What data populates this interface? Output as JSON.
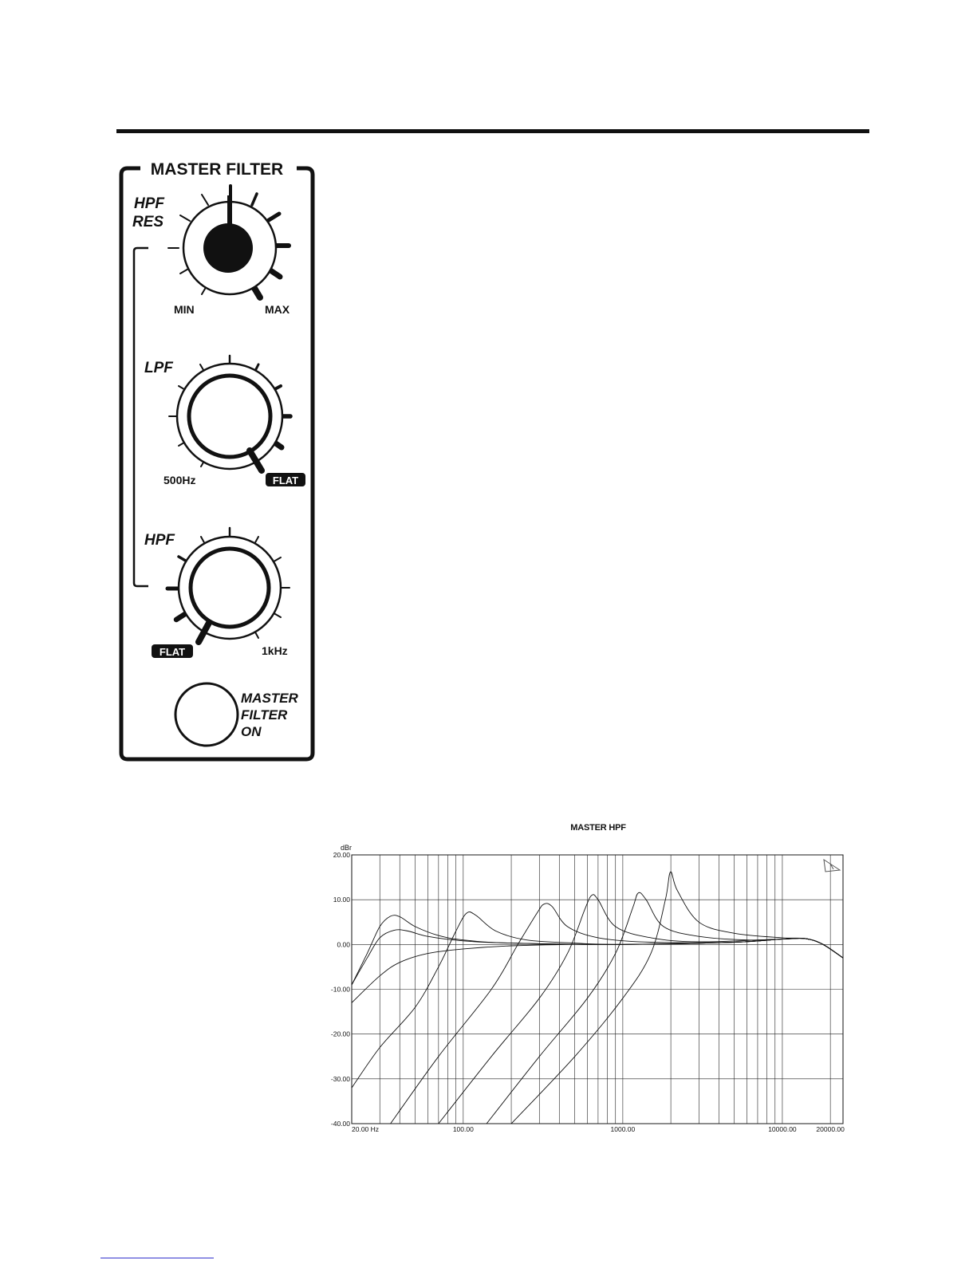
{
  "panel": {
    "title": "MASTER FILTER",
    "knob1": {
      "label_line1": "HPF",
      "label_line2": "RES",
      "min_label": "MIN",
      "max_label": "MAX"
    },
    "knob2": {
      "label": "LPF",
      "left_label": "500Hz",
      "right_label": "FLAT"
    },
    "knob3": {
      "label": "HPF",
      "left_label": "FLAT",
      "right_label": "1kHz"
    },
    "button": {
      "label_line1": "MASTER",
      "label_line2": "FILTER",
      "label_line3": "ON"
    }
  },
  "chart_data": {
    "type": "line",
    "title": "MASTER HPF",
    "ylabel": "dBr",
    "xlabel": "",
    "x_scale": "log",
    "xlim": [
      20,
      24000
    ],
    "ylim": [
      -40,
      20
    ],
    "grid": true,
    "y_ticks": [
      "20.00",
      "10.00",
      "0.00",
      "-10.00",
      "-20.00",
      "-30.00",
      "-40.00"
    ],
    "x_tick_labels": [
      {
        "value": 20,
        "label": "20.00 Hz"
      },
      {
        "value": 100,
        "label": "100.00"
      },
      {
        "value": 1000,
        "label": "1000.00"
      },
      {
        "value": 10000,
        "label": "10000.00"
      },
      {
        "value": 20000,
        "label": "20000.00"
      }
    ],
    "series": [
      {
        "points": [
          [
            20,
            -9
          ],
          [
            25,
            -2
          ],
          [
            30,
            4
          ],
          [
            35,
            6.3
          ],
          [
            40,
            6.2
          ],
          [
            50,
            4
          ],
          [
            70,
            2
          ],
          [
            100,
            1
          ],
          [
            200,
            0.3
          ],
          [
            1000,
            0
          ],
          [
            5000,
            0.5
          ],
          [
            10000,
            1.2
          ],
          [
            14000,
            1.3
          ],
          [
            18000,
            0
          ],
          [
            24000,
            -3
          ]
        ]
      },
      {
        "points": [
          [
            20,
            -9
          ],
          [
            25,
            -3
          ],
          [
            30,
            1.5
          ],
          [
            37,
            3.2
          ],
          [
            45,
            3
          ],
          [
            60,
            1.8
          ],
          [
            100,
            0.8
          ],
          [
            200,
            0.3
          ],
          [
            1000,
            0
          ],
          [
            5000,
            0.5
          ],
          [
            10000,
            1.2
          ],
          [
            14000,
            1.3
          ],
          [
            18000,
            0
          ],
          [
            24000,
            -3
          ]
        ]
      },
      {
        "points": [
          [
            20,
            -13
          ],
          [
            30,
            -7
          ],
          [
            40,
            -4
          ],
          [
            60,
            -2
          ],
          [
            100,
            -1
          ],
          [
            200,
            -0.3
          ],
          [
            500,
            0
          ],
          [
            1000,
            0
          ],
          [
            5000,
            0.5
          ],
          [
            10000,
            1.2
          ],
          [
            14000,
            1.3
          ],
          [
            18000,
            0
          ],
          [
            24000,
            -3
          ]
        ]
      },
      {
        "points": [
          [
            20,
            -32
          ],
          [
            30,
            -23
          ],
          [
            50,
            -14
          ],
          [
            70,
            -5
          ],
          [
            90,
            3
          ],
          [
            105,
            7
          ],
          [
            120,
            6.5
          ],
          [
            160,
            3
          ],
          [
            250,
            1
          ],
          [
            500,
            0.3
          ],
          [
            1000,
            0
          ],
          [
            5000,
            0.5
          ],
          [
            10000,
            1.2
          ],
          [
            14000,
            1.3
          ],
          [
            18000,
            0
          ],
          [
            24000,
            -3
          ]
        ]
      },
      {
        "points": [
          [
            35,
            -40
          ],
          [
            70,
            -25
          ],
          [
            150,
            -10
          ],
          [
            220,
            0
          ],
          [
            290,
            7
          ],
          [
            320,
            9
          ],
          [
            360,
            8.5
          ],
          [
            450,
            4
          ],
          [
            700,
            1.5
          ],
          [
            1500,
            0.5
          ],
          [
            5000,
            0.5
          ],
          [
            10000,
            1.2
          ],
          [
            14000,
            1.3
          ],
          [
            18000,
            0
          ],
          [
            24000,
            -3
          ]
        ]
      },
      {
        "points": [
          [
            70,
            -40
          ],
          [
            150,
            -25
          ],
          [
            300,
            -12
          ],
          [
            450,
            -2
          ],
          [
            580,
            8
          ],
          [
            640,
            11
          ],
          [
            700,
            10
          ],
          [
            900,
            4
          ],
          [
            1500,
            1.5
          ],
          [
            3000,
            0.6
          ],
          [
            10000,
            1.2
          ],
          [
            14000,
            1.3
          ],
          [
            18000,
            0
          ],
          [
            24000,
            -3
          ]
        ]
      },
      {
        "points": [
          [
            140,
            -40
          ],
          [
            300,
            -25
          ],
          [
            600,
            -12
          ],
          [
            900,
            -2
          ],
          [
            1150,
            8
          ],
          [
            1250,
            11.5
          ],
          [
            1400,
            10
          ],
          [
            1800,
            4
          ],
          [
            3000,
            1.8
          ],
          [
            6000,
            1
          ],
          [
            10000,
            1.2
          ],
          [
            14000,
            1.3
          ],
          [
            18000,
            0
          ],
          [
            24000,
            -3
          ]
        ]
      },
      {
        "points": [
          [
            200,
            -40
          ],
          [
            500,
            -25
          ],
          [
            1000,
            -12
          ],
          [
            1500,
            -2
          ],
          [
            1850,
            10
          ],
          [
            1990,
            16.2
          ],
          [
            2200,
            12
          ],
          [
            3000,
            5
          ],
          [
            5000,
            2.5
          ],
          [
            10000,
            1.5
          ],
          [
            14000,
            1.3
          ],
          [
            18000,
            0
          ],
          [
            24000,
            -3
          ]
        ]
      }
    ]
  }
}
